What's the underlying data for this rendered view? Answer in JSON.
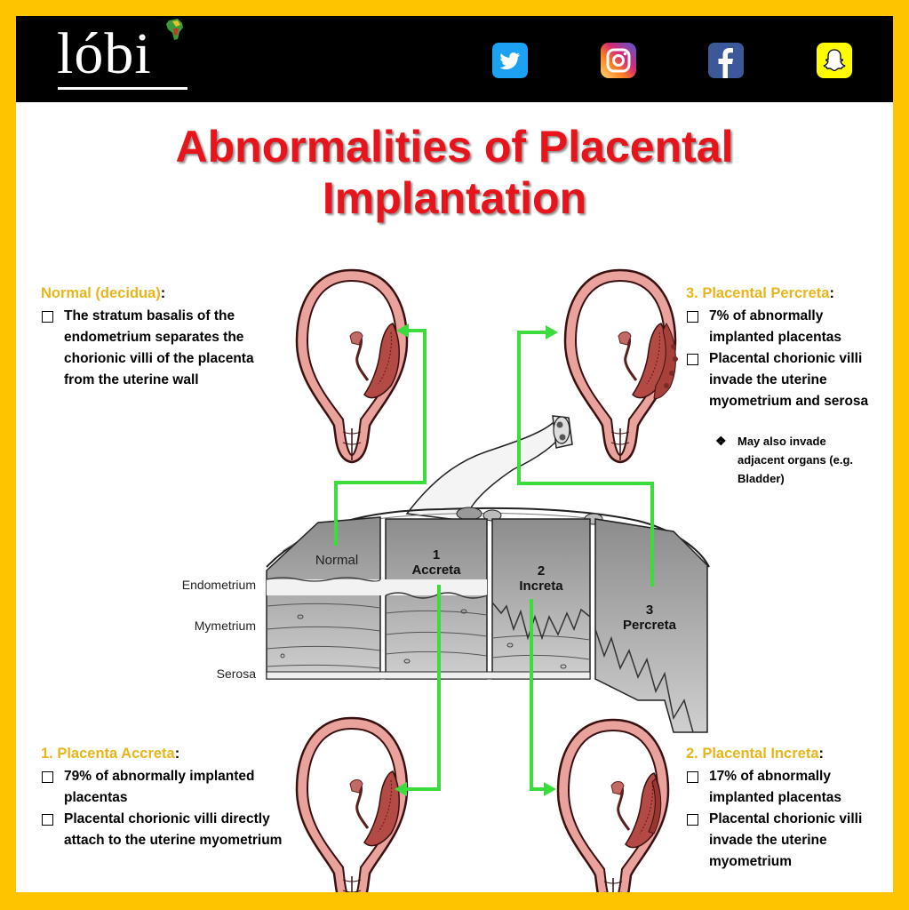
{
  "header": {
    "logo_text": "lóbi",
    "social": [
      {
        "icon": "twitter-icon",
        "color": "#1DA1F2"
      },
      {
        "icon": "instagram-icon",
        "color": "#D6249F"
      },
      {
        "icon": "facebook-icon",
        "color": "#3B5998"
      },
      {
        "icon": "snapchat-icon",
        "color": "#FFFC00"
      }
    ]
  },
  "title_line1": "Abnormalities of Placental",
  "title_line2": "Implantation",
  "normal": {
    "title": "Normal (decidua)",
    "colon": ":",
    "bullets": [
      "The stratum basalis of the endometrium separates the chorionic villi of the placenta from the uterine wall"
    ]
  },
  "percreta": {
    "title": "3. Placental Percreta",
    "colon": ":",
    "bullets": [
      "7% of abnormally implanted placentas",
      "Placental chorionic villi invade the uterine myometrium and serosa"
    ],
    "sub_bullets": [
      "May also invade adjacent organs (e.g. Bladder)"
    ]
  },
  "accreta": {
    "title": "1. Placenta Accreta",
    "colon": ":",
    "bullets": [
      "79% of abnormally implanted placentas",
      "Placental chorionic villi directly attach to the uterine myometrium"
    ]
  },
  "increta": {
    "title": "2. Placental Increta",
    "colon": ":",
    "bullets": [
      "17% of abnormally implanted placentas",
      "Placental chorionic villi invade the uterine myometrium"
    ]
  },
  "diagram": {
    "layers": [
      "Endometrium",
      "Mymetrium",
      "Serosa"
    ],
    "sections": [
      {
        "num": "",
        "name": "Normal"
      },
      {
        "num": "1",
        "name": "Accreta"
      },
      {
        "num": "2",
        "name": "Increta"
      },
      {
        "num": "3",
        "name": "Percreta"
      }
    ]
  },
  "colors": {
    "title": "#e8141b",
    "highlight": "#E8B51C",
    "arrow": "#3ddc3d",
    "frame": "#FFC400"
  }
}
